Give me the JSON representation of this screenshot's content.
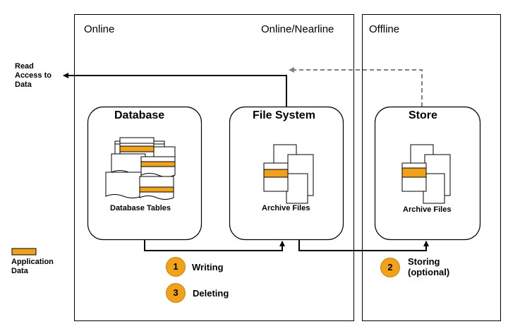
{
  "zones": {
    "online": "Online",
    "online_nearline": "Online/Nearline",
    "offline": "Offline"
  },
  "read_access": {
    "line1": "Read",
    "line2": "Access to",
    "line3": "Data"
  },
  "boxes": {
    "database": "Database",
    "file_system": "File System",
    "store": "Store"
  },
  "captions": {
    "database_tables": "Database Tables",
    "archive_files_fs": "Archive Files",
    "archive_files_store": "Archive Files"
  },
  "legend": {
    "line1": "Application",
    "line2": "Data"
  },
  "steps": [
    {
      "number": "1",
      "label": "Writing"
    },
    {
      "number": "3",
      "label": "Deleting"
    },
    {
      "number": "2",
      "label": "Storing",
      "label2": "(optional)"
    }
  ],
  "colors": {
    "application_data": "#f0a21c",
    "dashed_arrow": "#808080",
    "line": "#000000"
  }
}
